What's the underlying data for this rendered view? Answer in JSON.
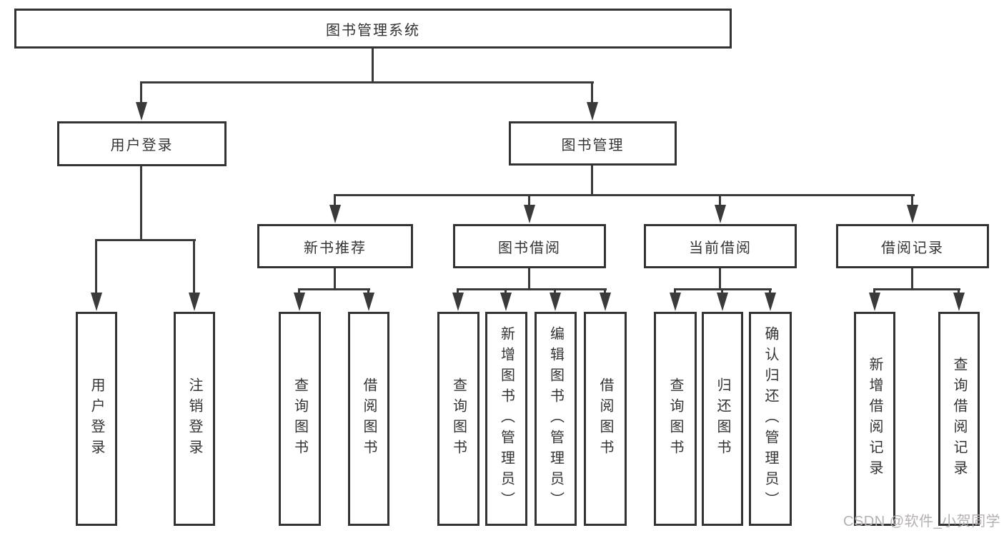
{
  "diagram_title": "图书管理系统",
  "watermark": "CSDN @软件_小贺同学",
  "colors": {
    "line": "#3a3a3a",
    "border": "#333333",
    "text": "#333333",
    "background": "#ffffff",
    "watermark": "#b5b0b2"
  },
  "tree": {
    "root": {
      "label": "图书管理系统"
    },
    "children": [
      {
        "label": "用户登录",
        "children": [
          {
            "label": "用户登录"
          },
          {
            "label": "注销登录"
          }
        ]
      },
      {
        "label": "图书管理",
        "children": [
          {
            "label": "新书推荐",
            "children": [
              {
                "label": "查询图书"
              },
              {
                "label": "借阅图书"
              }
            ]
          },
          {
            "label": "图书借阅",
            "children": [
              {
                "label": "查询图书"
              },
              {
                "label": "新增图书（管理员）"
              },
              {
                "label": "编辑图书（管理员）"
              },
              {
                "label": "借阅图书"
              }
            ]
          },
          {
            "label": "当前借阅",
            "children": [
              {
                "label": "查询图书"
              },
              {
                "label": "归还图书"
              },
              {
                "label": "确认归还（管理员）"
              }
            ]
          },
          {
            "label": "借阅记录",
            "children": [
              {
                "label": "新增借阅记录"
              },
              {
                "label": "查询借阅记录"
              }
            ]
          }
        ]
      }
    ]
  }
}
